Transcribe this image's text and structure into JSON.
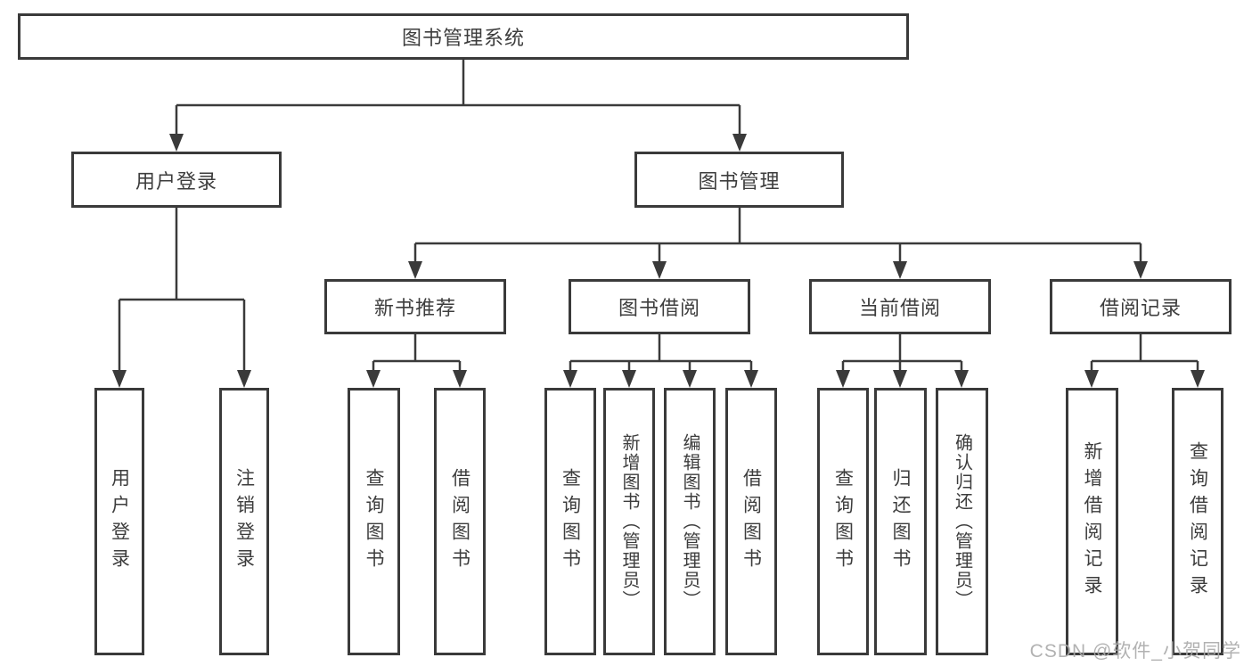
{
  "tree": {
    "root": "图书管理系统",
    "level2": {
      "user_login": "用户登录",
      "book_mgmt": "图书管理"
    },
    "level3": {
      "new_books": "新书推荐",
      "borrow": "图书借阅",
      "current": "当前借阅",
      "records": "借阅记录"
    },
    "leaves": {
      "user_login": [
        "用户登录",
        "注销登录"
      ],
      "new_books": [
        "查询图书",
        "借阅图书"
      ],
      "borrow": [
        "查询图书",
        "新增图书（管理员）",
        "编辑图书（管理员）",
        "借阅图书"
      ],
      "current": [
        "查询图书",
        "归还图书",
        "确认归还（管理员）"
      ],
      "records": [
        "新增借阅记录",
        "查询借阅记录"
      ]
    }
  },
  "watermark": "CSDN @软件_小贺同学",
  "colors": {
    "line": "#3a3a3a",
    "text": "#3d3d3d",
    "watermark": "#aaaaaa",
    "background": "#ffffff"
  }
}
